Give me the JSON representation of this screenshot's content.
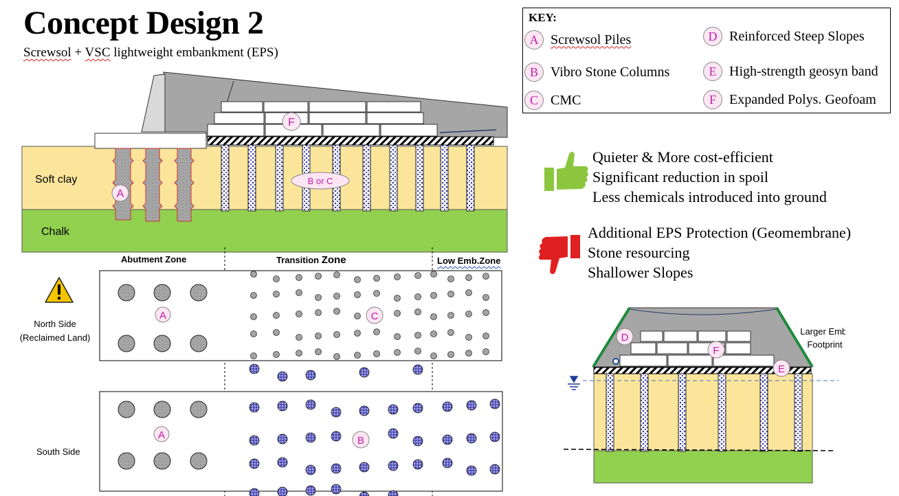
{
  "title": "Concept Design 2",
  "subtitle_a": "Screwsol",
  "subtitle_b": " + ",
  "subtitle_c": "VSC",
  "subtitle_d": " lightweight embankment (EPS)",
  "key": {
    "title": "KEY:",
    "items": [
      {
        "letter": "A",
        "label": "Screwsol Piles"
      },
      {
        "letter": "B",
        "label": "Vibro Stone Columns"
      },
      {
        "letter": "C",
        "label": "CMC"
      },
      {
        "letter": "D",
        "label": "Reinforced Steep Slopes"
      },
      {
        "letter": "E",
        "label": "High-strength geosyn band"
      },
      {
        "letter": "F",
        "label": "Expanded Polys. Geofoam"
      }
    ]
  },
  "pros": [
    "Quieter & More cost-efficient",
    "Significant reduction in spoil",
    "Less chemicals introduced into ground"
  ],
  "cons": [
    "Additional EPS Protection (Geomembrane)",
    "Stone resourcing",
    "Shallower Slopes"
  ],
  "section": {
    "soft_clay": "Soft clay",
    "chalk": "Chalk",
    "label_a": "A",
    "label_bc": "B or C",
    "label_f": "F"
  },
  "zones": {
    "abutment": "Abutment Zone",
    "transition_a": "Transition ",
    "transition_b": "Zone",
    "low_emb": "Low Emb.Zone"
  },
  "sides": {
    "north_1": "North Side",
    "north_2": "(Reclaimed Land)",
    "south": "South Side"
  },
  "plan_labels": {
    "north_a": "A",
    "north_c": "C",
    "south_a": "A",
    "south_b": "B"
  },
  "cross_section": {
    "label_d": "D",
    "label_f": "F",
    "label_e": "E",
    "footprint_1": "Larger Emb.",
    "footprint_2": "Footprint"
  },
  "colors": {
    "clay": "#fbe59b",
    "chalk": "#92d050",
    "embankment": "#a6a6a6",
    "stone_column": "#5a5ab8",
    "thumb_up": "#8cc63f",
    "thumb_down": "#e02020",
    "letter": "#c020a8",
    "slope": "#1e8a3c"
  }
}
